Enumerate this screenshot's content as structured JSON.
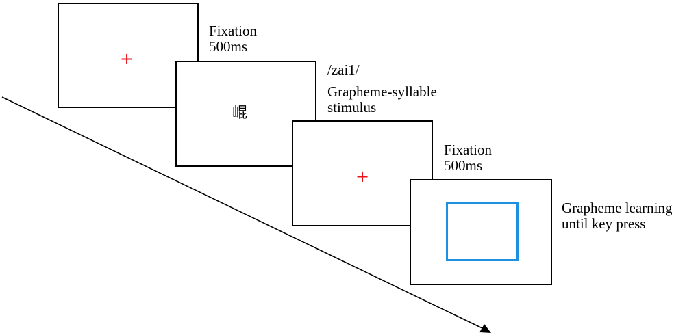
{
  "screens": [
    {
      "content": "fixation-cross",
      "symbol": "+",
      "caption": [
        "Fixation",
        "500ms"
      ]
    },
    {
      "content": "grapheme-character",
      "symbol": "崐",
      "caption": [
        "/zai1/",
        "Grapheme-syllable",
        "stimulus"
      ]
    },
    {
      "content": "fixation-cross",
      "symbol": "+",
      "caption": [
        "Fixation",
        "500ms"
      ]
    },
    {
      "content": "learning-frame",
      "caption": [
        "Grapheme learning",
        "until key press"
      ]
    }
  ],
  "colors": {
    "fixation_cross": "#e8141c",
    "learning_frame": "#1e90e0",
    "outline": "#000000"
  },
  "icons": {
    "timeline_arrow": "arrow-right-down"
  }
}
